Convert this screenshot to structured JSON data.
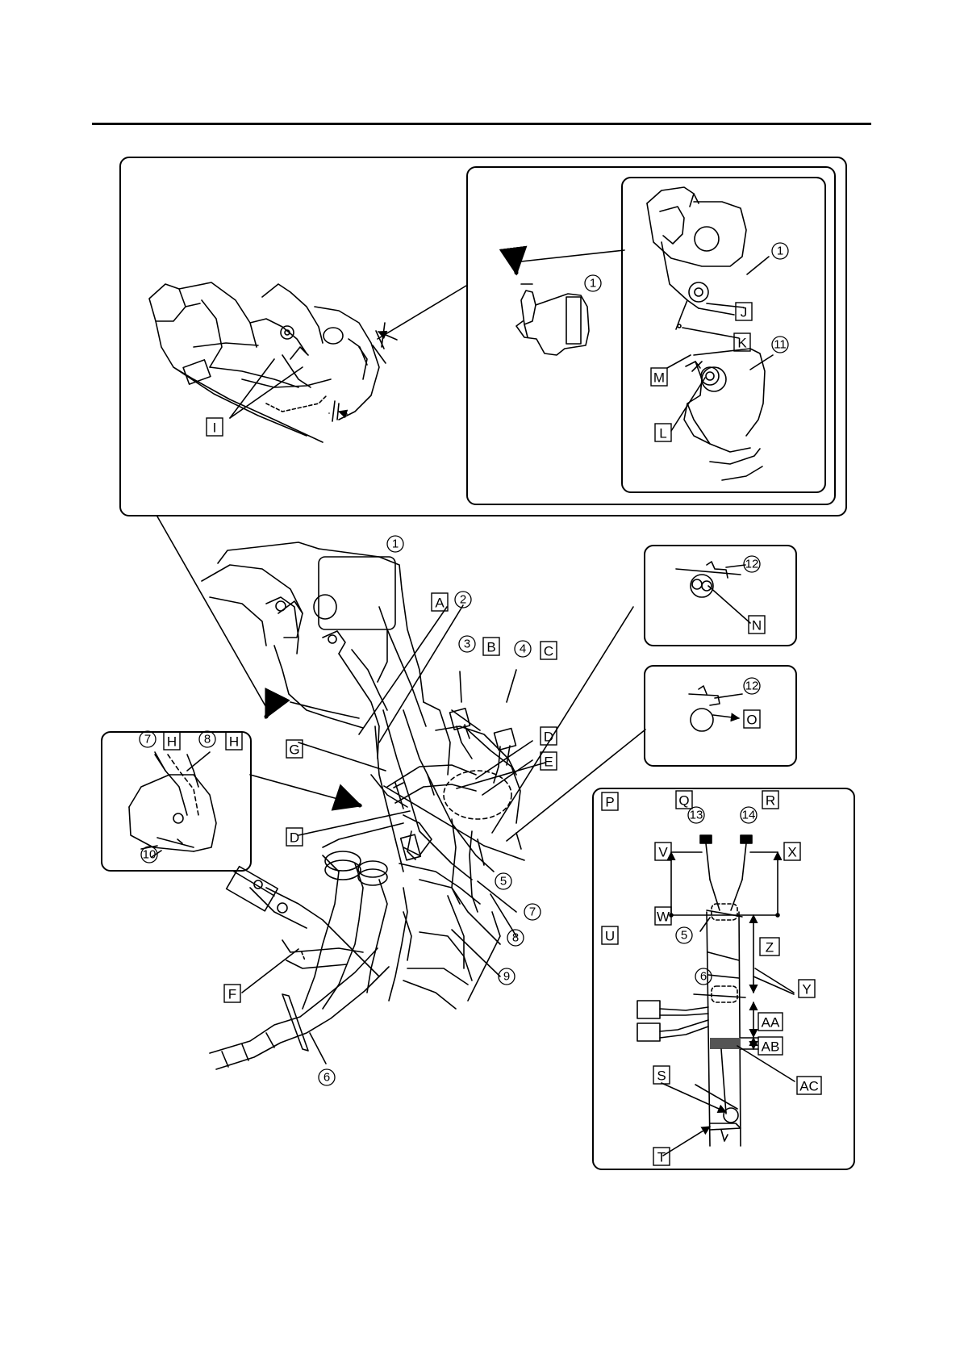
{
  "labels": {
    "A": "A",
    "B": "B",
    "C": "C",
    "D": "D",
    "E": "E",
    "F": "F",
    "G": "G",
    "H": "H",
    "I": "I",
    "J": "J",
    "K": "K",
    "L": "L",
    "M": "M",
    "N": "N",
    "O": "O",
    "P": "P",
    "Q": "Q",
    "R": "R",
    "S": "S",
    "T": "T",
    "U": "U",
    "V": "V",
    "W": "W",
    "X": "X",
    "Y": "Y",
    "Z": "Z",
    "AA": "AA",
    "AB": "AB",
    "AC": "AC"
  },
  "numbers": {
    "n1": "1",
    "n2": "2",
    "n3": "3",
    "n4": "4",
    "n5": "5",
    "n6": "6",
    "n7": "7",
    "n8": "8",
    "n9": "9",
    "n10": "10",
    "n11": "11",
    "n12": "12",
    "n13": "13",
    "n14": "14"
  }
}
